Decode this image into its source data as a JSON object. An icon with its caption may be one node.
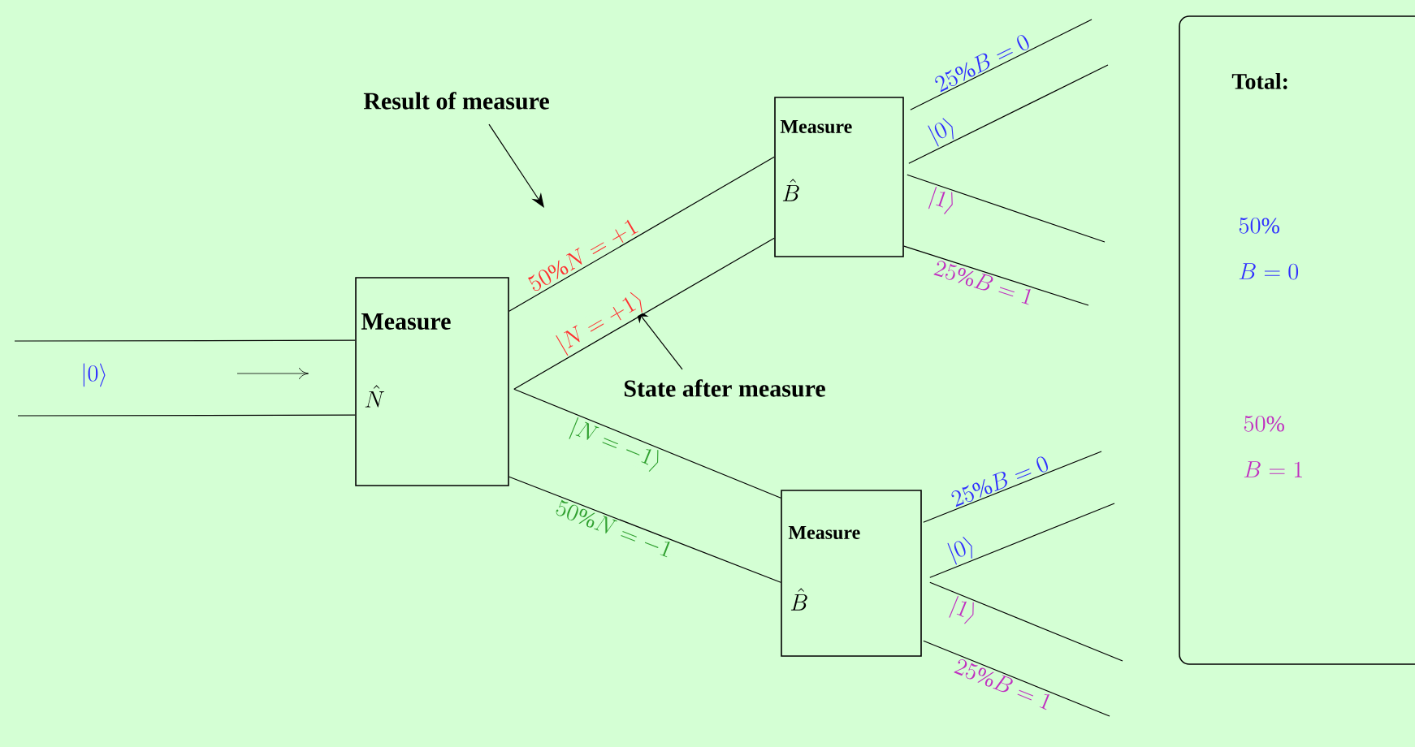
{
  "diagram": {
    "nodes": [
      {
        "text": [
          "Result of measure"
        ]
      },
      {
        "text": [
          "Measure",
          "\\hat{N}"
        ]
      },
      {
        "text": [
          "State after measure"
        ]
      },
      {
        "text": [
          "Measure",
          "\\hat{B}"
        ]
      },
      {
        "text": [
          "Measure",
          "\\hat{B}"
        ]
      },
      {
        "text": [
          "Total:",
          "50\\%",
          "B=0",
          "50\\%",
          "B=1"
        ]
      }
    ],
    "edges": [
      {
        "from": null,
        "to": 1,
        "arrow": "none"
      },
      {
        "from": null,
        "to": 1,
        "arrow": "none"
      },
      {
        "from": 1,
        "to": 3,
        "arrow": "none",
        "label": "50\\%N=+1"
      },
      {
        "from": 1,
        "to": 3,
        "arrow": "none",
        "label": "|N=+1\\rangle"
      },
      {
        "from": 1,
        "to": 4,
        "arrow": "none",
        "label": "|N=-1\\rangle"
      },
      {
        "from": 1,
        "to": 4,
        "arrow": "none",
        "label": "50\\%N=-1"
      },
      {
        "from": 3,
        "to": null,
        "arrow": "none",
        "label": "25\\%B=0"
      },
      {
        "from": 3,
        "to": null,
        "arrow": "none",
        "label": "|0\\rangle"
      },
      {
        "from": 3,
        "to": null,
        "arrow": "none",
        "label": "|1\\rangle"
      },
      {
        "from": 3,
        "to": null,
        "arrow": "none",
        "label": "25\\%B=1"
      },
      {
        "from": 4,
        "to": null,
        "arrow": "none",
        "label": "25\\%B=0"
      },
      {
        "from": 4,
        "to": null,
        "arrow": "none",
        "label": "|0\\rangle"
      },
      {
        "from": 4,
        "to": null,
        "arrow": "none",
        "label": "|1\\rangle"
      },
      {
        "from": 4,
        "to": null,
        "arrow": "none",
        "label": "25\\%B=1"
      },
      {
        "from": 0,
        "to": null,
        "arrow": "to"
      },
      {
        "from": 2,
        "to": null,
        "arrow": "to"
      }
    ],
    "labels": [
      "|0\\rangle"
    ]
  }
}
